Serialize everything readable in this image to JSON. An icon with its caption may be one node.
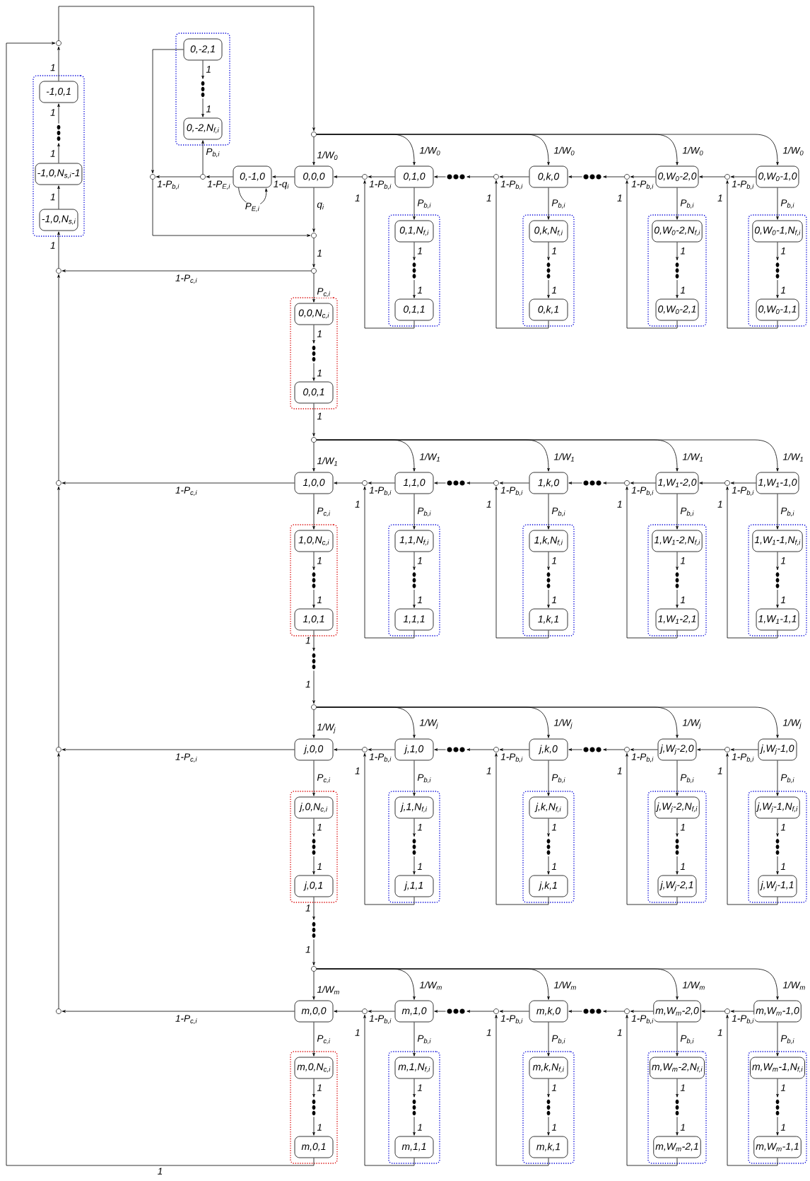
{
  "diagram": {
    "nodes": [
      {
        "text": [],
        "shape": "circle"
      },
      {
        "text": [],
        "shape": "box"
      },
      {
        "text": [
          "-1,0,1"
        ],
        "in": 1
      },
      {
        "text": [],
        "shape": "dots",
        "in": 1
      },
      {
        "text": [
          "-1,0,N$_{s,i}$-1"
        ],
        "in": 1
      },
      {
        "text": [
          "-1,0,N$_{s,i}$"
        ],
        "in": 1
      },
      {
        "text": [],
        "shape": "box"
      },
      {
        "text": [
          "0,-2,1"
        ],
        "in": 6
      },
      {
        "text": [],
        "shape": "dots",
        "in": 6
      },
      {
        "text": [
          "0,-2,N$_{f,i}$"
        ],
        "in": 6
      },
      {
        "text": [],
        "shape": "circle"
      },
      {
        "text": [],
        "shape": "circle"
      },
      {
        "text": [
          "0,-1,0"
        ]
      },
      {
        "text": [],
        "shape": "circle"
      },
      {
        "text": [
          "0,0,0"
        ]
      },
      {
        "text": [],
        "shape": "circle"
      },
      {
        "text": [],
        "shape": "circle"
      },
      {
        "text": [],
        "shape": "circle"
      },
      {
        "text": [],
        "shape": "box"
      },
      {
        "text": [
          "0,0,N$_{c,i}$"
        ],
        "in": 18
      },
      {
        "text": [],
        "shape": "dots",
        "in": 18
      },
      {
        "text": [
          "0,0,1"
        ],
        "in": 18
      },
      {
        "text": [],
        "shape": "circle"
      },
      {
        "text": [
          "0,1,0"
        ]
      },
      {
        "text": [],
        "shape": "box"
      },
      {
        "text": [
          "0,1,N$_{f,i}$"
        ],
        "in": 24
      },
      {
        "text": [],
        "shape": "dots",
        "in": 24
      },
      {
        "text": [
          "0,1,1"
        ],
        "in": 24
      },
      {
        "text": [],
        "shape": "dots"
      },
      {
        "text": [],
        "shape": "circle"
      },
      {
        "text": [
          "0,k,0"
        ]
      },
      {
        "text": [],
        "shape": "box"
      },
      {
        "text": [
          "0,k,N$_{f,i}$"
        ],
        "in": 31
      },
      {
        "text": [],
        "shape": "dots",
        "in": 31
      },
      {
        "text": [
          "0,k,1"
        ],
        "in": 31
      },
      {
        "text": [],
        "shape": "dots"
      },
      {
        "text": [],
        "shape": "circle"
      },
      {
        "text": [
          "0,W$_{0}$-2,0"
        ]
      },
      {
        "text": [],
        "shape": "box"
      },
      {
        "text": [
          "0,W$_{0}$-2,N$_{f,i}$"
        ],
        "in": 38
      },
      {
        "text": [],
        "shape": "dots",
        "in": 38
      },
      {
        "text": [
          "0,W$_{0}$-2,1"
        ],
        "in": 38
      },
      {
        "text": [],
        "shape": "circle"
      },
      {
        "text": [
          "0,W$_{0}$-1,0"
        ]
      },
      {
        "text": [],
        "shape": "box"
      },
      {
        "text": [
          "0,W$_{0}$-1,N$_{f,i}$"
        ],
        "in": 44
      },
      {
        "text": [],
        "shape": "dots",
        "in": 44
      },
      {
        "text": [
          "0,W$_{0}$-1,1"
        ],
        "in": 44
      },
      {
        "text": [],
        "shape": "circle"
      },
      {
        "text": [],
        "shape": "circle"
      },
      {
        "text": [
          "1,0,0"
        ]
      },
      {
        "text": [],
        "shape": "box"
      },
      {
        "text": [
          "1,0,N$_{c,i}$"
        ],
        "in": 51
      },
      {
        "text": [],
        "shape": "dots",
        "in": 51
      },
      {
        "text": [
          "1,0,1"
        ],
        "in": 51
      },
      {
        "text": [],
        "shape": "circle"
      },
      {
        "text": [
          "1,1,0"
        ]
      },
      {
        "text": [],
        "shape": "box"
      },
      {
        "text": [
          "1,1,N$_{f,i}$"
        ],
        "in": 57
      },
      {
        "text": [],
        "shape": "dots",
        "in": 57
      },
      {
        "text": [
          "1,1,1"
        ],
        "in": 57
      },
      {
        "text": [],
        "shape": "dots"
      },
      {
        "text": [],
        "shape": "circle"
      },
      {
        "text": [
          "1,k,0"
        ]
      },
      {
        "text": [],
        "shape": "box"
      },
      {
        "text": [
          "1,k,N$_{f,i}$"
        ],
        "in": 64
      },
      {
        "text": [],
        "shape": "dots",
        "in": 64
      },
      {
        "text": [
          "1,k,1"
        ],
        "in": 64
      },
      {
        "text": [],
        "shape": "dots"
      },
      {
        "text": [],
        "shape": "circle"
      },
      {
        "text": [
          "1,W$_{1}$-2,0"
        ]
      },
      {
        "text": [],
        "shape": "box"
      },
      {
        "text": [
          "1,W$_{1}$-2,N$_{f,i}$"
        ],
        "in": 71
      },
      {
        "text": [],
        "shape": "dots",
        "in": 71
      },
      {
        "text": [
          "1,W$_{1}$-2,1"
        ],
        "in": 71
      },
      {
        "text": [],
        "shape": "circle"
      },
      {
        "text": [
          "1,W$_{1}$-1,0"
        ]
      },
      {
        "text": [],
        "shape": "box"
      },
      {
        "text": [
          "1,W$_{1}$-1,N$_{f,i}$"
        ],
        "in": 77
      },
      {
        "text": [],
        "shape": "dots",
        "in": 77
      },
      {
        "text": [
          "1,W$_{1}$-1,1"
        ],
        "in": 77
      },
      {
        "text": [],
        "shape": "dots"
      },
      {
        "text": [],
        "shape": "circle"
      },
      {
        "text": [],
        "shape": "circle"
      },
      {
        "text": [
          "j,0,0"
        ]
      },
      {
        "text": [],
        "shape": "box"
      },
      {
        "text": [
          "j,0,N$_{c,i}$"
        ],
        "in": 85
      },
      {
        "text": [],
        "shape": "dots",
        "in": 85
      },
      {
        "text": [
          "j,0,1"
        ],
        "in": 85
      },
      {
        "text": [],
        "shape": "circle"
      },
      {
        "text": [
          "j,1,0"
        ]
      },
      {
        "text": [],
        "shape": "box"
      },
      {
        "text": [
          "j,1,N$_{f,i}$"
        ],
        "in": 91
      },
      {
        "text": [],
        "shape": "dots",
        "in": 91
      },
      {
        "text": [
          "j,1,1"
        ],
        "in": 91
      },
      {
        "text": [],
        "shape": "dots"
      },
      {
        "text": [],
        "shape": "circle"
      },
      {
        "text": [
          "j,k,0"
        ]
      },
      {
        "text": [],
        "shape": "box"
      },
      {
        "text": [
          "j,k,N$_{f,i}$"
        ],
        "in": 98
      },
      {
        "text": [],
        "shape": "dots",
        "in": 98
      },
      {
        "text": [
          "j,k,1"
        ],
        "in": 98
      },
      {
        "text": [],
        "shape": "dots"
      },
      {
        "text": [],
        "shape": "circle"
      },
      {
        "text": [
          "j,W$_{j}$-2,0"
        ]
      },
      {
        "text": [],
        "shape": "box"
      },
      {
        "text": [
          "j,W$_{j}$-2,N$_{f,i}$"
        ],
        "in": 105
      },
      {
        "text": [],
        "shape": "dots",
        "in": 105
      },
      {
        "text": [
          "j,W$_{j}$-2,1"
        ],
        "in": 105
      },
      {
        "text": [],
        "shape": "circle"
      },
      {
        "text": [
          "j,W$_{j}$-1,0"
        ]
      },
      {
        "text": [],
        "shape": "box"
      },
      {
        "text": [
          "j,W$_{j}$-1,N$_{f,i}$"
        ],
        "in": 111
      },
      {
        "text": [],
        "shape": "dots",
        "in": 111
      },
      {
        "text": [
          "j,W$_{j}$-1,1"
        ],
        "in": 111
      },
      {
        "text": [],
        "shape": "dots"
      },
      {
        "text": [],
        "shape": "circle"
      },
      {
        "text": [],
        "shape": "circle"
      },
      {
        "text": [
          "m,0,0"
        ]
      },
      {
        "text": [],
        "shape": "box"
      },
      {
        "text": [
          "m,0,N$_{c,i}$"
        ],
        "in": 119
      },
      {
        "text": [],
        "shape": "dots",
        "in": 119
      },
      {
        "text": [
          "m,0,1"
        ],
        "in": 119
      },
      {
        "text": [],
        "shape": "circle"
      },
      {
        "text": [
          "m,1,0"
        ]
      },
      {
        "text": [],
        "shape": "box"
      },
      {
        "text": [
          "m,1,N$_{f,i}$"
        ],
        "in": 125
      },
      {
        "text": [],
        "shape": "dots",
        "in": 125
      },
      {
        "text": [
          "m,1,1"
        ],
        "in": 125
      },
      {
        "text": [],
        "shape": "dots"
      },
      {
        "text": [],
        "shape": "circle"
      },
      {
        "text": [
          "m,k,0"
        ]
      },
      {
        "text": [],
        "shape": "box"
      },
      {
        "text": [
          "m,k,N$_{f,i}$"
        ],
        "in": 132
      },
      {
        "text": [],
        "shape": "dots",
        "in": 132
      },
      {
        "text": [
          "m,k,1"
        ],
        "in": 132
      },
      {
        "text": [],
        "shape": "dots"
      },
      {
        "text": [],
        "shape": "circle"
      },
      {
        "text": [
          "m,W$_{m}$-2,0"
        ]
      },
      {
        "text": [],
        "shape": "box"
      },
      {
        "text": [
          "m,W$_{m}$-2,N$_{f,i}$"
        ],
        "in": 139
      },
      {
        "text": [],
        "shape": "dots",
        "in": 139
      },
      {
        "text": [
          "m,W$_{m}$-2,1"
        ],
        "in": 139
      },
      {
        "text": [],
        "shape": "circle"
      },
      {
        "text": [
          "m,W$_{m}$-1,0"
        ]
      },
      {
        "text": [],
        "shape": "box"
      },
      {
        "text": [
          "m,W$_{m}$-1,N$_{f,i}$"
        ],
        "in": 145
      },
      {
        "text": [],
        "shape": "dots",
        "in": 145
      },
      {
        "text": [
          "m,W$_{m}$-1,1"
        ],
        "in": 145
      }
    ],
    "edges": [
      {
        "from": 2,
        "to": 0,
        "arrow": "to",
        "label": "1"
      },
      {
        "from": 5,
        "to": 4,
        "arrow": "to",
        "label": "1"
      },
      {
        "from": 4,
        "to": 3,
        "arrow": "to",
        "label": "1"
      },
      {
        "from": 3,
        "to": 2,
        "arrow": "to",
        "label": "1"
      },
      {
        "from": 17,
        "to": 5,
        "arrow": "to",
        "label": "1"
      },
      {
        "from": 0,
        "to": 13,
        "arrow": "to"
      },
      {
        "from": 7,
        "to": 8,
        "arrow": "to",
        "label": "1"
      },
      {
        "from": 8,
        "to": 9,
        "arrow": "to",
        "label": "1"
      },
      {
        "from": 7,
        "to": 10,
        "arrow": "to"
      },
      {
        "from": 11,
        "to": 9,
        "arrow": "to",
        "label": "P$_{b,i}$"
      },
      {
        "from": 12,
        "to": 11,
        "arrow": "to",
        "label": "1-P$_{E,i}$"
      },
      {
        "from": 11,
        "to": 10,
        "arrow": "to",
        "label": "1-P$_{b,i}$"
      },
      {
        "from": 10,
        "to": 15,
        "arrow": "to"
      },
      {
        "from": 12,
        "to": 12,
        "arrow": "to",
        "label": "P$_{E,i}$"
      },
      {
        "from": 14,
        "to": 12,
        "arrow": "to",
        "label": "1-q$_{i}$"
      },
      {
        "from": 13,
        "to": 14,
        "arrow": "to",
        "label": "1/W$_{0}$"
      },
      {
        "from": 14,
        "to": 15,
        "arrow": "to",
        "label": "q$_{i}$"
      },
      {
        "from": 15,
        "to": 16,
        "arrow": "to",
        "label": "1"
      },
      {
        "from": 16,
        "to": 17,
        "arrow": "to",
        "label": "1-P$_{c,i}$"
      },
      {
        "from": 16,
        "to": 19,
        "arrow": "to",
        "label": "P$_{c,i}$"
      },
      {
        "from": 19,
        "to": 20,
        "arrow": "to",
        "label": "1"
      },
      {
        "from": 20,
        "to": 21,
        "arrow": "to",
        "label": "1"
      },
      {
        "from": 21,
        "to": 48,
        "arrow": "to",
        "label": "1"
      },
      {
        "from": 13,
        "to": 23,
        "arrow": "to",
        "label": "1/W$_{0}$"
      },
      {
        "from": 23,
        "to": 22,
        "arrow": "to",
        "label": "1-P$_{b,i}$"
      },
      {
        "from": 22,
        "to": 14,
        "arrow": "to"
      },
      {
        "from": 23,
        "to": 25,
        "arrow": "to",
        "label": "P$_{b,i}$"
      },
      {
        "from": 25,
        "to": 26,
        "arrow": "to",
        "label": "1"
      },
      {
        "from": 26,
        "to": 27,
        "arrow": "to",
        "label": "1"
      },
      {
        "from": 27,
        "to": 22,
        "arrow": "to",
        "label": "1"
      },
      {
        "from": 28,
        "to": 23,
        "arrow": "to"
      },
      {
        "from": 13,
        "to": 30,
        "arrow": "to",
        "label": "1/W$_{0}$"
      },
      {
        "from": 30,
        "to": 29,
        "arrow": "to",
        "label": "1-P$_{b,i}$"
      },
      {
        "from": 29,
        "to": 28,
        "arrow": "to"
      },
      {
        "from": 30,
        "to": 32,
        "arrow": "to",
        "label": "P$_{b,i}$"
      },
      {
        "from": 32,
        "to": 33,
        "arrow": "to",
        "label": "1"
      },
      {
        "from": 33,
        "to": 34,
        "arrow": "to",
        "label": "1"
      },
      {
        "from": 34,
        "to": 29,
        "arrow": "to",
        "label": "1"
      },
      {
        "from": 35,
        "to": 30,
        "arrow": "to"
      },
      {
        "from": 13,
        "to": 37,
        "arrow": "to",
        "label": "1/W$_{0}$"
      },
      {
        "from": 37,
        "to": 36,
        "arrow": "to",
        "label": "1-P$_{b,i}$"
      },
      {
        "from": 36,
        "to": 35,
        "arrow": "to"
      },
      {
        "from": 37,
        "to": 39,
        "arrow": "to",
        "label": "P$_{b,i}$"
      },
      {
        "from": 39,
        "to": 40,
        "arrow": "to",
        "label": "1"
      },
      {
        "from": 40,
        "to": 41,
        "arrow": "to",
        "label": "1"
      },
      {
        "from": 41,
        "to": 36,
        "arrow": "to",
        "label": "1"
      },
      {
        "from": 13,
        "to": 43,
        "arrow": "to",
        "label": "1/W$_{0}$"
      },
      {
        "from": 43,
        "to": 42,
        "arrow": "to",
        "label": "1-P$_{b,i}$"
      },
      {
        "from": 42,
        "to": 37,
        "arrow": "to"
      },
      {
        "from": 43,
        "to": 45,
        "arrow": "to",
        "label": "P$_{b,i}$"
      },
      {
        "from": 45,
        "to": 46,
        "arrow": "to",
        "label": "1"
      },
      {
        "from": 46,
        "to": 47,
        "arrow": "to",
        "label": "1"
      },
      {
        "from": 47,
        "to": 42,
        "arrow": "to",
        "label": "1"
      },
      {
        "from": 48,
        "to": 50,
        "arrow": "to",
        "label": "1/W$_{1}$"
      },
      {
        "from": 50,
        "to": 49,
        "arrow": "to",
        "label": "1-P$_{c,i}$"
      },
      {
        "from": 49,
        "to": 17,
        "arrow": "to"
      },
      {
        "from": 50,
        "to": 52,
        "arrow": "to",
        "label": "P$_{c,i}$"
      },
      {
        "from": 52,
        "to": 53,
        "arrow": "to",
        "label": "1"
      },
      {
        "from": 53,
        "to": 54,
        "arrow": "to",
        "label": "1"
      },
      {
        "from": 54,
        "to": 81,
        "arrow": "to",
        "label": "1"
      },
      {
        "from": 81,
        "to": 82,
        "arrow": "to",
        "label": "1"
      },
      {
        "from": 48,
        "to": 56,
        "arrow": "to",
        "label": "1/W$_{1}$"
      },
      {
        "from": 56,
        "to": 55,
        "arrow": "to",
        "label": "1-P$_{b,i}$"
      },
      {
        "from": 55,
        "to": 50,
        "arrow": "to"
      },
      {
        "from": 56,
        "to": 58,
        "arrow": "to",
        "label": "P$_{b,i}$"
      },
      {
        "from": 58,
        "to": 59,
        "arrow": "to",
        "label": "1"
      },
      {
        "from": 59,
        "to": 60,
        "arrow": "to",
        "label": "1"
      },
      {
        "from": 60,
        "to": 55,
        "arrow": "to",
        "label": "1"
      },
      {
        "from": 61,
        "to": 56,
        "arrow": "to"
      },
      {
        "from": 48,
        "to": 63,
        "arrow": "to",
        "label": "1/W$_{1}$"
      },
      {
        "from": 63,
        "to": 62,
        "arrow": "to",
        "label": "1-P$_{b,i}$"
      },
      {
        "from": 62,
        "to": 61,
        "arrow": "to"
      },
      {
        "from": 63,
        "to": 65,
        "arrow": "to",
        "label": "P$_{b,i}$"
      },
      {
        "from": 65,
        "to": 66,
        "arrow": "to",
        "label": "1"
      },
      {
        "from": 66,
        "to": 67,
        "arrow": "to",
        "label": "1"
      },
      {
        "from": 67,
        "to": 62,
        "arrow": "to",
        "label": "1"
      },
      {
        "from": 68,
        "to": 63,
        "arrow": "to"
      },
      {
        "from": 48,
        "to": 70,
        "arrow": "to",
        "label": "1/W$_{1}$"
      },
      {
        "from": 70,
        "to": 69,
        "arrow": "to",
        "label": "1-P$_{b,i}$"
      },
      {
        "from": 69,
        "to": 68,
        "arrow": "to"
      },
      {
        "from": 70,
        "to": 72,
        "arrow": "to",
        "label": "P$_{b,i}$"
      },
      {
        "from": 72,
        "to": 73,
        "arrow": "to",
        "label": "1"
      },
      {
        "from": 73,
        "to": 74,
        "arrow": "to",
        "label": "1"
      },
      {
        "from": 74,
        "to": 69,
        "arrow": "to",
        "label": "1"
      },
      {
        "from": 48,
        "to": 76,
        "arrow": "to",
        "label": "1/W$_{1}$"
      },
      {
        "from": 76,
        "to": 75,
        "arrow": "to",
        "label": "1-P$_{b,i}$"
      },
      {
        "from": 75,
        "to": 70,
        "arrow": "to"
      },
      {
        "from": 76,
        "to": 78,
        "arrow": "to",
        "label": "P$_{b,i}$"
      },
      {
        "from": 78,
        "to": 79,
        "arrow": "to",
        "label": "1"
      },
      {
        "from": 79,
        "to": 80,
        "arrow": "to",
        "label": "1"
      },
      {
        "from": 80,
        "to": 75,
        "arrow": "to",
        "label": "1"
      },
      {
        "from": 82,
        "to": 84,
        "arrow": "to",
        "label": "1/W$_{j}$"
      },
      {
        "from": 84,
        "to": 83,
        "arrow": "to",
        "label": "1-P$_{c,i}$"
      },
      {
        "from": 83,
        "to": 49,
        "arrow": "to"
      },
      {
        "from": 84,
        "to": 86,
        "arrow": "to",
        "label": "P$_{c,i}$"
      },
      {
        "from": 86,
        "to": 87,
        "arrow": "to",
        "label": "1"
      },
      {
        "from": 87,
        "to": 88,
        "arrow": "to",
        "label": "1"
      },
      {
        "from": 88,
        "to": 115,
        "arrow": "to",
        "label": "1"
      },
      {
        "from": 115,
        "to": 116,
        "arrow": "to",
        "label": "1"
      },
      {
        "from": 82,
        "to": 90,
        "arrow": "to",
        "label": "1/W$_{j}$"
      },
      {
        "from": 90,
        "to": 89,
        "arrow": "to",
        "label": "1-P$_{b,i}$"
      },
      {
        "from": 89,
        "to": 84,
        "arrow": "to"
      },
      {
        "from": 90,
        "to": 92,
        "arrow": "to",
        "label": "P$_{b,i}$"
      },
      {
        "from": 92,
        "to": 93,
        "arrow": "to",
        "label": "1"
      },
      {
        "from": 93,
        "to": 94,
        "arrow": "to",
        "label": "1"
      },
      {
        "from": 94,
        "to": 89,
        "arrow": "to",
        "label": "1"
      },
      {
        "from": 95,
        "to": 90,
        "arrow": "to"
      },
      {
        "from": 82,
        "to": 97,
        "arrow": "to",
        "label": "1/W$_{j}$"
      },
      {
        "from": 97,
        "to": 96,
        "arrow": "to",
        "label": "1-P$_{b,i}$"
      },
      {
        "from": 96,
        "to": 95,
        "arrow": "to"
      },
      {
        "from": 97,
        "to": 99,
        "arrow": "to",
        "label": "P$_{b,i}$"
      },
      {
        "from": 99,
        "to": 100,
        "arrow": "to",
        "label": "1"
      },
      {
        "from": 100,
        "to": 101,
        "arrow": "to",
        "label": "1"
      },
      {
        "from": 101,
        "to": 96,
        "arrow": "to",
        "label": "1"
      },
      {
        "from": 102,
        "to": 97,
        "arrow": "to"
      },
      {
        "from": 82,
        "to": 104,
        "arrow": "to",
        "label": "1/W$_{j}$"
      },
      {
        "from": 104,
        "to": 103,
        "arrow": "to",
        "label": "1-P$_{b,i}$"
      },
      {
        "from": 103,
        "to": 102,
        "arrow": "to"
      },
      {
        "from": 104,
        "to": 106,
        "arrow": "to",
        "label": "P$_{b,i}$"
      },
      {
        "from": 106,
        "to": 107,
        "arrow": "to",
        "label": "1"
      },
      {
        "from": 107,
        "to": 108,
        "arrow": "to",
        "label": "1"
      },
      {
        "from": 108,
        "to": 103,
        "arrow": "to",
        "label": "1"
      },
      {
        "from": 82,
        "to": 110,
        "arrow": "to",
        "label": "1/W$_{j}$"
      },
      {
        "from": 110,
        "to": 109,
        "arrow": "to",
        "label": "1-P$_{b,i}$"
      },
      {
        "from": 109,
        "to": 104,
        "arrow": "to"
      },
      {
        "from": 110,
        "to": 112,
        "arrow": "to",
        "label": "P$_{b,i}$"
      },
      {
        "from": 112,
        "to": 113,
        "arrow": "to",
        "label": "1"
      },
      {
        "from": 113,
        "to": 114,
        "arrow": "to",
        "label": "1"
      },
      {
        "from": 114,
        "to": 109,
        "arrow": "to",
        "label": "1"
      },
      {
        "from": 116,
        "to": 118,
        "arrow": "to",
        "label": "1/W$_{m}$"
      },
      {
        "from": 118,
        "to": 117,
        "arrow": "to",
        "label": "1-P$_{c,i}$"
      },
      {
        "from": 117,
        "to": 83,
        "arrow": "to"
      },
      {
        "from": 118,
        "to": 120,
        "arrow": "to",
        "label": "P$_{c,i}$"
      },
      {
        "from": 120,
        "to": 121,
        "arrow": "to",
        "label": "1"
      },
      {
        "from": 121,
        "to": 122,
        "arrow": "to",
        "label": "1"
      },
      {
        "from": 122,
        "to": 0,
        "arrow": "to",
        "label": "1"
      },
      {
        "from": 116,
        "to": 124,
        "arrow": "to",
        "label": "1/W$_{m}$"
      },
      {
        "from": 124,
        "to": 123,
        "arrow": "to",
        "label": "1-P$_{b,i}$"
      },
      {
        "from": 123,
        "to": 118,
        "arrow": "to"
      },
      {
        "from": 124,
        "to": 126,
        "arrow": "to",
        "label": "P$_{b,i}$"
      },
      {
        "from": 126,
        "to": 127,
        "arrow": "to",
        "label": "1"
      },
      {
        "from": 127,
        "to": 128,
        "arrow": "to",
        "label": "1"
      },
      {
        "from": 128,
        "to": 123,
        "arrow": "to",
        "label": "1"
      },
      {
        "from": 129,
        "to": 124,
        "arrow": "to"
      },
      {
        "from": 116,
        "to": 131,
        "arrow": "to",
        "label": "1/W$_{m}$"
      },
      {
        "from": 131,
        "to": 130,
        "arrow": "to",
        "label": "1-P$_{b,i}$"
      },
      {
        "from": 130,
        "to": 129,
        "arrow": "to"
      },
      {
        "from": 131,
        "to": 133,
        "arrow": "to",
        "label": "P$_{b,i}$"
      },
      {
        "from": 133,
        "to": 134,
        "arrow": "to",
        "label": "1"
      },
      {
        "from": 134,
        "to": 135,
        "arrow": "to",
        "label": "1"
      },
      {
        "from": 135,
        "to": 130,
        "arrow": "to",
        "label": "1"
      },
      {
        "from": 136,
        "to": 131,
        "arrow": "to"
      },
      {
        "from": 116,
        "to": 138,
        "arrow": "to",
        "label": "1/W$_{m}$"
      },
      {
        "from": 138,
        "to": 137,
        "arrow": "to",
        "label": "1-P$_{b,i}$"
      },
      {
        "from": 137,
        "to": 136,
        "arrow": "to"
      },
      {
        "from": 138,
        "to": 140,
        "arrow": "to",
        "label": "P$_{b,i}$"
      },
      {
        "from": 140,
        "to": 141,
        "arrow": "to",
        "label": "1"
      },
      {
        "from": 141,
        "to": 142,
        "arrow": "to",
        "label": "1"
      },
      {
        "from": 142,
        "to": 137,
        "arrow": "to",
        "label": "1"
      },
      {
        "from": 116,
        "to": 144,
        "arrow": "to",
        "label": "1/W$_{m}$"
      },
      {
        "from": 144,
        "to": 143,
        "arrow": "to",
        "label": "1-P$_{b,i}$"
      },
      {
        "from": 143,
        "to": 138,
        "arrow": "to"
      },
      {
        "from": 144,
        "to": 146,
        "arrow": "to",
        "label": "P$_{b,i}$"
      },
      {
        "from": 146,
        "to": 147,
        "arrow": "to",
        "label": "1"
      },
      {
        "from": 147,
        "to": 148,
        "arrow": "to",
        "label": "1"
      },
      {
        "from": 148,
        "to": 143,
        "arrow": "to",
        "label": "1"
      }
    ]
  }
}
